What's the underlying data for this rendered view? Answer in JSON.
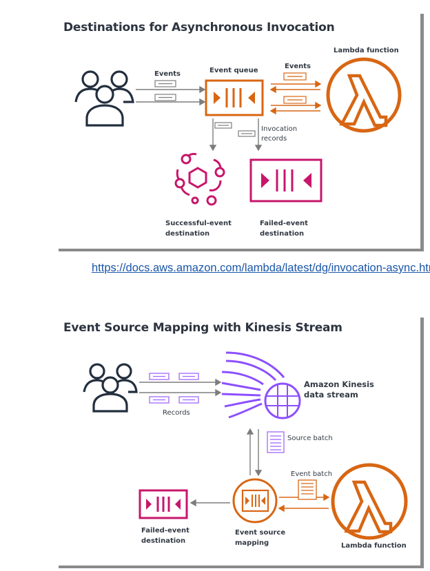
{
  "diagram1": {
    "title": "Destinations for Asynchronous Invocation",
    "labels": {
      "events_left": "Events",
      "event_queue": "Event queue",
      "events_right": "Events",
      "lambda_function": "Lambda function",
      "invocation_records_1": "Invocation",
      "invocation_records_2": "records",
      "successful_1": "Successful-event",
      "successful_2": "destination",
      "failed_1": "Failed-event",
      "failed_2": "destination"
    }
  },
  "link": {
    "text": "https://docs.aws.amazon.com/lambda/latest/dg/invocation-async.html"
  },
  "diagram2": {
    "title": "Event Source Mapping with Kinesis Stream",
    "labels": {
      "kinesis_1": "Amazon Kinesis",
      "kinesis_2": "data stream",
      "records": "Records",
      "source_batch": "Source batch",
      "event_batch": "Event batch",
      "failed_1": "Failed-event",
      "failed_2": "destination",
      "esm_1": "Event source",
      "esm_2": "mapping",
      "lambda_function": "Lambda function"
    }
  },
  "colors": {
    "lambda_orange": "#d86613",
    "destination_pink": "#c7166b",
    "kinesis_purple": "#8c4fff",
    "users_dark": "#232f3e",
    "arrow_gray": "#7d7d7d",
    "link_blue": "#1a56a8"
  },
  "icons": [
    "users-icon",
    "event-queue-icon",
    "lambda-icon",
    "event-bridge-icon",
    "kinesis-stream-icon",
    "document-icon"
  ]
}
